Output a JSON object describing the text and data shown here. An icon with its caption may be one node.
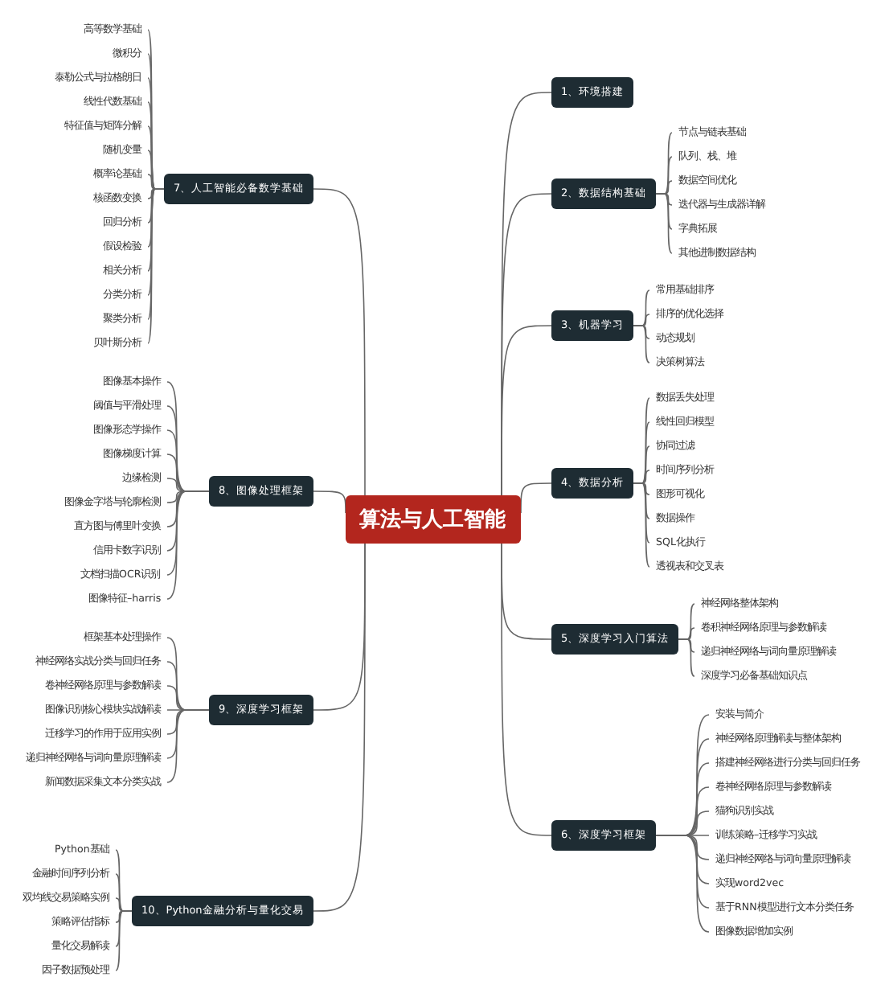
{
  "diagram": {
    "nodes": [
      {
        "text": [
          "算法与人工智能"
        ]
      },
      {
        "text": [
          "1、环境搭建"
        ]
      },
      {
        "text": [
          "2、数据结构基础"
        ]
      },
      {
        "text": [
          "节点与链表基础"
        ]
      },
      {
        "text": [
          "队列、栈、堆"
        ]
      },
      {
        "text": [
          "数据空间优化"
        ]
      },
      {
        "text": [
          "迭代器与生成器详解"
        ]
      },
      {
        "text": [
          "字典拓展"
        ]
      },
      {
        "text": [
          "其他进制数据结构"
        ]
      },
      {
        "text": [
          "3、机器学习"
        ]
      },
      {
        "text": [
          "常用基础排序"
        ]
      },
      {
        "text": [
          "排序的优化选择"
        ]
      },
      {
        "text": [
          "动态规划"
        ]
      },
      {
        "text": [
          "决策树算法"
        ]
      },
      {
        "text": [
          "4、数据分析"
        ]
      },
      {
        "text": [
          "数据丢失处理"
        ]
      },
      {
        "text": [
          "线性回归模型"
        ]
      },
      {
        "text": [
          "协同过滤"
        ]
      },
      {
        "text": [
          "时间序列分析"
        ]
      },
      {
        "text": [
          "图形可视化"
        ]
      },
      {
        "text": [
          "数据操作"
        ]
      },
      {
        "text": [
          "SQL化执行"
        ]
      },
      {
        "text": [
          "透视表和交叉表"
        ]
      },
      {
        "text": [
          "5、深度学习入门算法"
        ]
      },
      {
        "text": [
          "神经网络整体架构"
        ]
      },
      {
        "text": [
          "卷积神经网络原理与参数解读"
        ]
      },
      {
        "text": [
          "递归神经网络与词向量原理解读"
        ]
      },
      {
        "text": [
          "深度学习必备基础知识点"
        ]
      },
      {
        "text": [
          "6、深度学习框架"
        ]
      },
      {
        "text": [
          "安装与简介"
        ]
      },
      {
        "text": [
          "神经网络原理解读与整体架构"
        ]
      },
      {
        "text": [
          "搭建神经网络进行分类与回归任务"
        ]
      },
      {
        "text": [
          "卷神经网络原理与参数解读"
        ]
      },
      {
        "text": [
          "猫狗识别实战"
        ]
      },
      {
        "text": [
          "训练策略–迁移学习实战"
        ]
      },
      {
        "text": [
          "递归神经网络与词向量原理解读"
        ]
      },
      {
        "text": [
          "实现word2vec"
        ]
      },
      {
        "text": [
          "基于RNN模型进行文本分类任务"
        ]
      },
      {
        "text": [
          "图像数据增加实例"
        ]
      },
      {
        "text": [
          "7、人工智能必备数学基础"
        ]
      },
      {
        "text": [
          "高等数学基础"
        ]
      },
      {
        "text": [
          "微积分"
        ]
      },
      {
        "text": [
          "泰勒公式与拉格朗日"
        ]
      },
      {
        "text": [
          "线性代数基础"
        ]
      },
      {
        "text": [
          "特征值与矩阵分解"
        ]
      },
      {
        "text": [
          "随机变量"
        ]
      },
      {
        "text": [
          "概率论基础"
        ]
      },
      {
        "text": [
          "核函数变换"
        ]
      },
      {
        "text": [
          "回归分析"
        ]
      },
      {
        "text": [
          "假设检验"
        ]
      },
      {
        "text": [
          "相关分析"
        ]
      },
      {
        "text": [
          "分类分析"
        ]
      },
      {
        "text": [
          "聚类分析"
        ]
      },
      {
        "text": [
          "贝叶斯分析"
        ]
      },
      {
        "text": [
          "8、图像处理框架"
        ]
      },
      {
        "text": [
          "图像基本操作"
        ]
      },
      {
        "text": [
          "阈值与平滑处理"
        ]
      },
      {
        "text": [
          "图像形态学操作"
        ]
      },
      {
        "text": [
          "图像梯度计算"
        ]
      },
      {
        "text": [
          "边缘检测"
        ]
      },
      {
        "text": [
          "图像金字塔与轮廓检测"
        ]
      },
      {
        "text": [
          "直方图与傅里叶变换"
        ]
      },
      {
        "text": [
          "信用卡数字识别"
        ]
      },
      {
        "text": [
          "文档扫描OCR识别"
        ]
      },
      {
        "text": [
          "图像特征–harris"
        ]
      },
      {
        "text": [
          "9、深度学习框架"
        ]
      },
      {
        "text": [
          "框架基本处理操作"
        ]
      },
      {
        "text": [
          "神经网络实战分类与回归任务"
        ]
      },
      {
        "text": [
          "卷神经网络原理与参数解读"
        ]
      },
      {
        "text": [
          "图像识别核心模块实战解读"
        ]
      },
      {
        "text": [
          "迁移学习的作用于应用实例"
        ]
      },
      {
        "text": [
          "递归神经网络与词向量原理解读"
        ]
      },
      {
        "text": [
          "新闻数据采集文本分类实战"
        ]
      },
      {
        "text": [
          "10、Python金融分析与量化交易"
        ]
      },
      {
        "text": [
          "Python基础"
        ]
      },
      {
        "text": [
          "金融时间序列分析"
        ]
      },
      {
        "text": [
          "双均线交易策略实例"
        ]
      },
      {
        "text": [
          "策略评估指标"
        ]
      },
      {
        "text": [
          "量化交易解读"
        ]
      },
      {
        "text": [
          "因子数据预处理"
        ]
      }
    ],
    "edges": [
      {
        "from": 0,
        "to": 1,
        "arrow": "none"
      },
      {
        "from": 0,
        "to": 2,
        "arrow": "none"
      },
      {
        "from": 0,
        "to": 9,
        "arrow": "none"
      },
      {
        "from": 0,
        "to": 14,
        "arrow": "none"
      },
      {
        "from": 0,
        "to": 23,
        "arrow": "none"
      },
      {
        "from": 0,
        "to": 28,
        "arrow": "none"
      },
      {
        "from": 0,
        "to": 39,
        "arrow": "none"
      },
      {
        "from": 0,
        "to": 54,
        "arrow": "none"
      },
      {
        "from": 0,
        "to": 65,
        "arrow": "none"
      },
      {
        "from": 0,
        "to": 73,
        "arrow": "none"
      },
      {
        "from": 2,
        "to": 3,
        "arrow": "none"
      },
      {
        "from": 2,
        "to": 4,
        "arrow": "none"
      },
      {
        "from": 2,
        "to": 5,
        "arrow": "none"
      },
      {
        "from": 2,
        "to": 6,
        "arrow": "none"
      },
      {
        "from": 2,
        "to": 7,
        "arrow": "none"
      },
      {
        "from": 2,
        "to": 8,
        "arrow": "none"
      },
      {
        "from": 9,
        "to": 10,
        "arrow": "none"
      },
      {
        "from": 9,
        "to": 11,
        "arrow": "none"
      },
      {
        "from": 9,
        "to": 12,
        "arrow": "none"
      },
      {
        "from": 9,
        "to": 13,
        "arrow": "none"
      },
      {
        "from": 14,
        "to": 15,
        "arrow": "none"
      },
      {
        "from": 14,
        "to": 16,
        "arrow": "none"
      },
      {
        "from": 14,
        "to": 17,
        "arrow": "none"
      },
      {
        "from": 14,
        "to": 18,
        "arrow": "none"
      },
      {
        "from": 14,
        "to": 19,
        "arrow": "none"
      },
      {
        "from": 14,
        "to": 20,
        "arrow": "none"
      },
      {
        "from": 14,
        "to": 21,
        "arrow": "none"
      },
      {
        "from": 14,
        "to": 22,
        "arrow": "none"
      },
      {
        "from": 23,
        "to": 24,
        "arrow": "none"
      },
      {
        "from": 23,
        "to": 25,
        "arrow": "none"
      },
      {
        "from": 23,
        "to": 26,
        "arrow": "none"
      },
      {
        "from": 23,
        "to": 27,
        "arrow": "none"
      },
      {
        "from": 28,
        "to": 29,
        "arrow": "none"
      },
      {
        "from": 28,
        "to": 30,
        "arrow": "none"
      },
      {
        "from": 28,
        "to": 31,
        "arrow": "none"
      },
      {
        "from": 28,
        "to": 32,
        "arrow": "none"
      },
      {
        "from": 28,
        "to": 33,
        "arrow": "none"
      },
      {
        "from": 28,
        "to": 34,
        "arrow": "none"
      },
      {
        "from": 28,
        "to": 35,
        "arrow": "none"
      },
      {
        "from": 28,
        "to": 36,
        "arrow": "none"
      },
      {
        "from": 28,
        "to": 37,
        "arrow": "none"
      },
      {
        "from": 28,
        "to": 38,
        "arrow": "none"
      },
      {
        "from": 39,
        "to": 40,
        "arrow": "none"
      },
      {
        "from": 39,
        "to": 41,
        "arrow": "none"
      },
      {
        "from": 39,
        "to": 42,
        "arrow": "none"
      },
      {
        "from": 39,
        "to": 43,
        "arrow": "none"
      },
      {
        "from": 39,
        "to": 44,
        "arrow": "none"
      },
      {
        "from": 39,
        "to": 45,
        "arrow": "none"
      },
      {
        "from": 39,
        "to": 46,
        "arrow": "none"
      },
      {
        "from": 39,
        "to": 47,
        "arrow": "none"
      },
      {
        "from": 39,
        "to": 48,
        "arrow": "none"
      },
      {
        "from": 39,
        "to": 49,
        "arrow": "none"
      },
      {
        "from": 39,
        "to": 50,
        "arrow": "none"
      },
      {
        "from": 39,
        "to": 51,
        "arrow": "none"
      },
      {
        "from": 39,
        "to": 52,
        "arrow": "none"
      },
      {
        "from": 39,
        "to": 53,
        "arrow": "none"
      },
      {
        "from": 54,
        "to": 55,
        "arrow": "none"
      },
      {
        "from": 54,
        "to": 56,
        "arrow": "none"
      },
      {
        "from": 54,
        "to": 57,
        "arrow": "none"
      },
      {
        "from": 54,
        "to": 58,
        "arrow": "none"
      },
      {
        "from": 54,
        "to": 59,
        "arrow": "none"
      },
      {
        "from": 54,
        "to": 60,
        "arrow": "none"
      },
      {
        "from": 54,
        "to": 61,
        "arrow": "none"
      },
      {
        "from": 54,
        "to": 62,
        "arrow": "none"
      },
      {
        "from": 54,
        "to": 63,
        "arrow": "none"
      },
      {
        "from": 54,
        "to": 64,
        "arrow": "none"
      },
      {
        "from": 65,
        "to": 66,
        "arrow": "none"
      },
      {
        "from": 65,
        "to": 67,
        "arrow": "none"
      },
      {
        "from": 65,
        "to": 68,
        "arrow": "none"
      },
      {
        "from": 65,
        "to": 69,
        "arrow": "none"
      },
      {
        "from": 65,
        "to": 70,
        "arrow": "none"
      },
      {
        "from": 65,
        "to": 71,
        "arrow": "none"
      },
      {
        "from": 65,
        "to": 72,
        "arrow": "none"
      },
      {
        "from": 73,
        "to": 74,
        "arrow": "none"
      },
      {
        "from": 73,
        "to": 75,
        "arrow": "none"
      },
      {
        "from": 73,
        "to": 76,
        "arrow": "none"
      },
      {
        "from": 73,
        "to": 77,
        "arrow": "none"
      },
      {
        "from": 73,
        "to": 78,
        "arrow": "none"
      },
      {
        "from": 73,
        "to": 79,
        "arrow": "none"
      }
    ]
  }
}
